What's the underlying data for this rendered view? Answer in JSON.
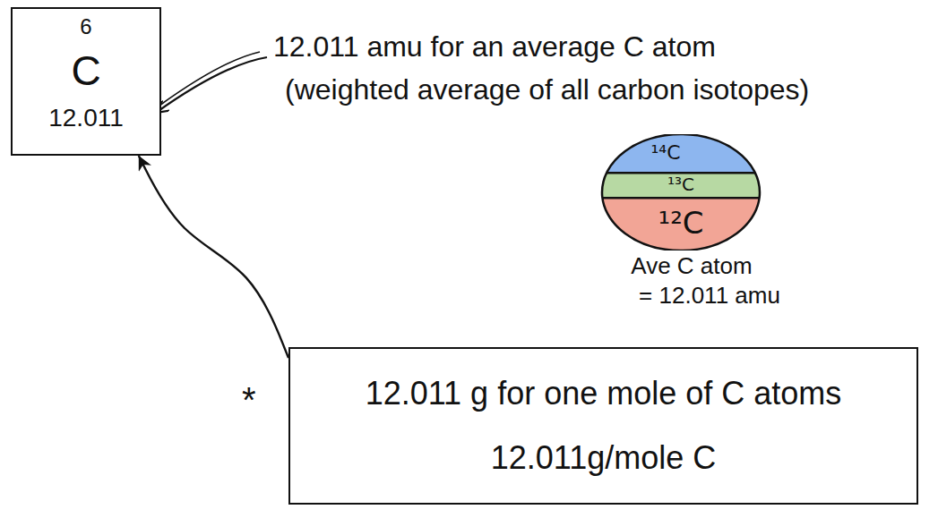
{
  "diagram": {
    "nodes": [
      {
        "text": [
          "6",
          "C",
          "12.011"
        ]
      },
      {
        "text": [
          "¹⁴C"
        ]
      },
      {
        "text": [
          "¹³C"
        ]
      },
      {
        "text": [
          "¹²C"
        ]
      },
      {
        "text": [
          "12.011 g for one mole of C atoms",
          "12.011g/mole C"
        ]
      }
    ],
    "edges": [
      {
        "from": 4,
        "to": 0,
        "arrow": "to"
      }
    ],
    "labels": [
      "12.011 amu for an average C atom",
      "(weighted average of all carbon isotopes)",
      "Ave C atom",
      "= 12.011 amu",
      "*"
    ]
  }
}
